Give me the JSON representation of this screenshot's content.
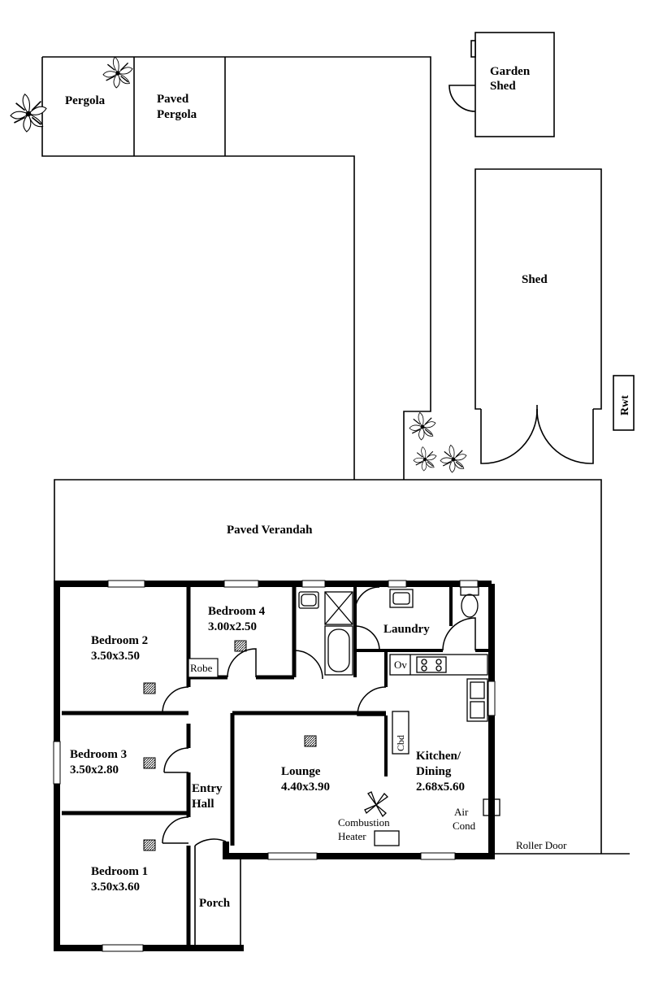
{
  "rooms": {
    "pergola": "Pergola",
    "paved_pergola_line1": "Paved",
    "paved_pergola_line2": "Pergola",
    "garden_shed_line1": "Garden",
    "garden_shed_line2": "Shed",
    "shed": "Shed",
    "rwt": "Rwt",
    "paved_verandah": "Paved Verandah",
    "bedroom2_name": "Bedroom 2",
    "bedroom2_size": "3.50x3.50",
    "bedroom4_name": "Bedroom 4",
    "bedroom4_size": "3.00x2.50",
    "robe": "Robe",
    "laundry": "Laundry",
    "ov": "Ov",
    "bedroom3_name": "Bedroom 3",
    "bedroom3_size": "3.50x2.80",
    "cbd": "Cbd",
    "lounge_name": "Lounge",
    "lounge_size": "4.40x3.90",
    "kitchen_line1": "Kitchen/",
    "kitchen_line2": "Dining",
    "kitchen_size": "2.68x5.60",
    "entry_line1": "Entry",
    "entry_line2": "Hall",
    "air_line1": "Air",
    "air_line2": "Cond",
    "combustion_line1": "Combustion",
    "combustion_line2": "Heater",
    "roller_door": "Roller Door",
    "bedroom1_name": "Bedroom 1",
    "bedroom1_size": "3.50x3.60",
    "porch": "Porch"
  }
}
